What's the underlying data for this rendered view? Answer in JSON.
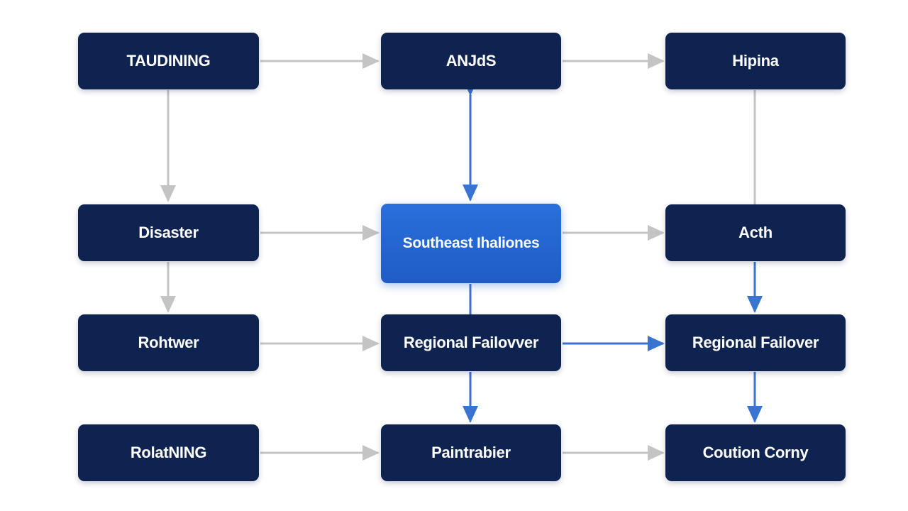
{
  "colors": {
    "node_dark": "#0f2350",
    "node_highlight": "#2563d4",
    "connector_gray": "#c4c4c4",
    "connector_blue": "#3a74d1",
    "background": "#ffffff",
    "text": "#ffffff"
  },
  "nodes": {
    "r1c1": "TAUDINING",
    "r1c2": "ANJdS",
    "r1c3": "Hipina",
    "r2c1": "Disaster",
    "r2c2": "Southeast Ihaliones",
    "r2c3": "Acth",
    "r3c1": "Rohtwer",
    "r3c2": "Regional Failovver",
    "r3c3": "Regional Failover",
    "r4c1": "RolatNING",
    "r4c2": "Paintrabier",
    "r4c3": "Coution Corny"
  },
  "edges": [
    {
      "from": "r1c1",
      "to": "r1c2",
      "style": "gray"
    },
    {
      "from": "r1c2",
      "to": "r1c3",
      "style": "gray"
    },
    {
      "from": "r1c1",
      "to": "r2c1",
      "style": "gray"
    },
    {
      "from": "r2c2",
      "to": "r1c2",
      "style": "blue",
      "bidirectional": true
    },
    {
      "from": "r1c3",
      "to": "r2c3",
      "style": "gray",
      "arrow": false
    },
    {
      "from": "r2c1",
      "to": "r2c2",
      "style": "gray"
    },
    {
      "from": "r2c2",
      "to": "r2c3",
      "style": "gray"
    },
    {
      "from": "r2c1",
      "to": "r3c1",
      "style": "gray"
    },
    {
      "from": "r2c2",
      "to": "r3c2",
      "style": "blue",
      "arrow": false
    },
    {
      "from": "r2c3",
      "to": "r3c3",
      "style": "blue"
    },
    {
      "from": "r3c1",
      "to": "r3c2",
      "style": "gray"
    },
    {
      "from": "r3c2",
      "to": "r3c3",
      "style": "blue"
    },
    {
      "from": "r3c2",
      "to": "r4c2",
      "style": "blue"
    },
    {
      "from": "r3c3",
      "to": "r4c3",
      "style": "blue"
    },
    {
      "from": "r4c1",
      "to": "r4c2",
      "style": "gray"
    },
    {
      "from": "r4c2",
      "to": "r4c3",
      "style": "gray"
    }
  ]
}
